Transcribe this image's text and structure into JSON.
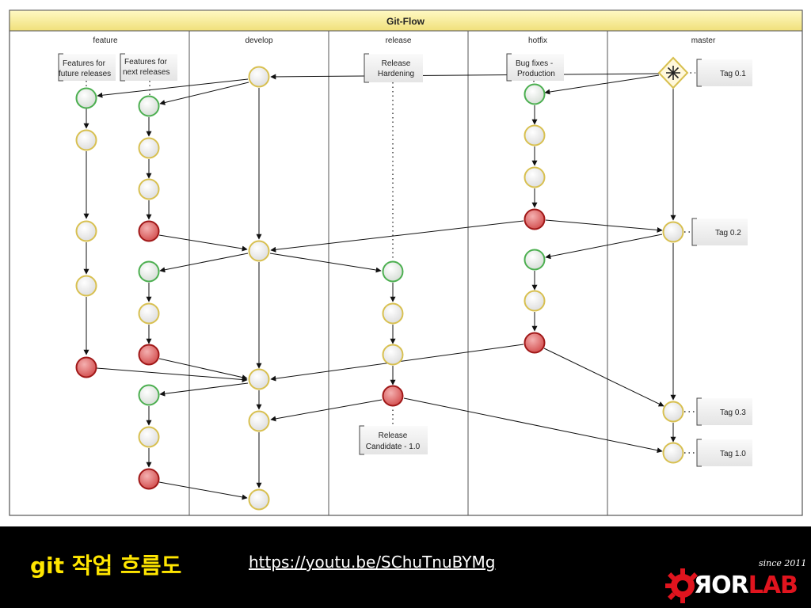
{
  "diagram": {
    "title": "Git-Flow",
    "lanes": [
      "feature",
      "develop",
      "release",
      "hotfix",
      "master"
    ],
    "notes": {
      "future": [
        "Features for",
        "future releases"
      ],
      "next": [
        "Features for",
        "next releases"
      ],
      "hardening": [
        "Release",
        "Hardening"
      ],
      "bugfix": [
        "Bug fixes -",
        "Production"
      ],
      "candidate": [
        "Release",
        "Candidate - 1.0"
      ]
    },
    "tags": [
      "Tag 0.1",
      "Tag 0.2",
      "Tag 0.3",
      "Tag 1.0"
    ]
  },
  "footer": {
    "title": "git 작업 흐름도",
    "link": "https://youtu.be/SChuTnuBYMg"
  },
  "logo": {
    "since": "since 2011",
    "ror": "ЯOR",
    "lab": "LAB"
  },
  "colors": {
    "normal_fill": "#e8e8e8",
    "normal_stroke": "#d8c050",
    "start_stroke": "#4caf50",
    "end_fill": "#d85a5a",
    "end_stroke": "#a01818",
    "accent_yellow": "#ffe600",
    "brand_red": "#e0141e"
  }
}
